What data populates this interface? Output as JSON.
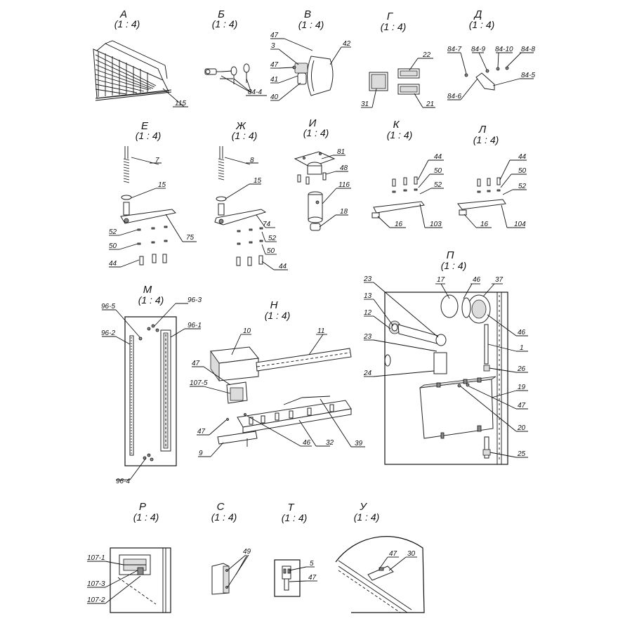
{
  "views": [
    {
      "id": "A",
      "title": "А",
      "scale": "(1 : 4)",
      "labels": [
        "115"
      ]
    },
    {
      "id": "B",
      "title": "Б",
      "scale": "(1 : 4)",
      "labels": [
        "84-4"
      ]
    },
    {
      "id": "V",
      "title": "В",
      "scale": "(1 : 4)",
      "labels": [
        "47",
        "42",
        "3",
        "47",
        "41",
        "40"
      ]
    },
    {
      "id": "G",
      "title": "Г",
      "scale": "(1 : 4)",
      "labels": [
        "22",
        "31",
        "21"
      ]
    },
    {
      "id": "D",
      "title": "Д",
      "scale": "(1 : 4)",
      "labels": [
        "84-7",
        "84-9",
        "84-10",
        "84-8",
        "84-5",
        "84-6"
      ]
    },
    {
      "id": "E",
      "title": "Е",
      "scale": "(1 : 4)",
      "labels": [
        "7",
        "15",
        "75",
        "52",
        "50",
        "44"
      ]
    },
    {
      "id": "Zh",
      "title": "Ж",
      "scale": "(1 : 4)",
      "labels": [
        "8",
        "15",
        "74",
        "52",
        "50",
        "44"
      ]
    },
    {
      "id": "I",
      "title": "И",
      "scale": "(1 : 4)",
      "labels": [
        "81",
        "48",
        "116",
        "18"
      ]
    },
    {
      "id": "K",
      "title": "К",
      "scale": "(1 : 4)",
      "labels": [
        "44",
        "50",
        "52",
        "16",
        "103"
      ]
    },
    {
      "id": "L",
      "title": "Л",
      "scale": "(1 : 4)",
      "labels": [
        "44",
        "50",
        "52",
        "16",
        "104"
      ]
    },
    {
      "id": "M",
      "title": "М",
      "scale": "(1 : 4)",
      "labels": [
        "96-5",
        "96-3",
        "96-2",
        "96-1",
        "96-4"
      ]
    },
    {
      "id": "N",
      "title": "Н",
      "scale": "(1 : 4)",
      "labels": [
        "10",
        "11",
        "47",
        "107-5",
        "47",
        "9",
        "46",
        "32",
        "39"
      ]
    },
    {
      "id": "P",
      "title": "П",
      "scale": "(1 : 4)",
      "labels": [
        "17",
        "46",
        "37",
        "23",
        "13",
        "12",
        "23",
        "46",
        "1",
        "26",
        "24",
        "19",
        "47",
        "20",
        "25"
      ]
    },
    {
      "id": "R",
      "title": "Р",
      "scale": "(1 : 4)",
      "labels": [
        "107-1",
        "107-3",
        "107-2"
      ]
    },
    {
      "id": "S",
      "title": "С",
      "scale": "(1 : 4)",
      "labels": [
        "49"
      ]
    },
    {
      "id": "T",
      "title": "Т",
      "scale": "(1 : 4)",
      "labels": [
        "5",
        "47"
      ]
    },
    {
      "id": "U",
      "title": "У",
      "scale": "(1 : 4)",
      "labels": [
        "47",
        "30"
      ]
    }
  ]
}
